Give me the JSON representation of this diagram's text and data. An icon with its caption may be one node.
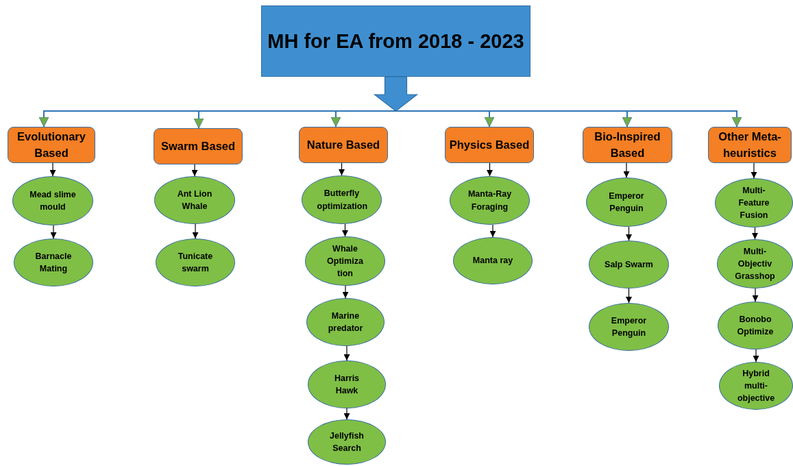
{
  "diagram": {
    "nodes": [
      {
        "text": [
          "MH for EA from 2018 - 2023"
        ]
      },
      {
        "text": [
          "Evolutionary Based"
        ]
      },
      {
        "text": [
          "Swarm Based"
        ]
      },
      {
        "text": [
          "Nature Based"
        ]
      },
      {
        "text": [
          "Physics Based"
        ]
      },
      {
        "text": [
          "Bio-Inspired Based"
        ]
      },
      {
        "text": [
          "Other Meta-heuristics"
        ]
      },
      {
        "text": [
          "Mead slime mould"
        ]
      },
      {
        "text": [
          "Barnacle Mating"
        ]
      },
      {
        "text": [
          "Ant Lion Whale"
        ]
      },
      {
        "text": [
          "Tunicate swarm"
        ]
      },
      {
        "text": [
          "Butterfly optimization"
        ]
      },
      {
        "text": [
          "Whale Optimiza tion"
        ]
      },
      {
        "text": [
          "Marine predator"
        ]
      },
      {
        "text": [
          "Harris Hawk"
        ]
      },
      {
        "text": [
          "Jellyfish Search"
        ]
      },
      {
        "text": [
          "Manta-Ray Foraging"
        ]
      },
      {
        "text": [
          "Manta ray"
        ]
      },
      {
        "text": [
          "Emperor Penguin"
        ]
      },
      {
        "text": [
          "Salp Swarm"
        ]
      },
      {
        "text": [
          "Emperor Penguin"
        ]
      },
      {
        "text": [
          "Multi-Feature Fusion"
        ]
      },
      {
        "text": [
          "Multi-Objectiv Grasshop"
        ]
      },
      {
        "text": [
          "Bonobo Optimize"
        ]
      },
      {
        "text": [
          "Hybrid multi-objective"
        ]
      }
    ],
    "edges": [
      {
        "from": 0,
        "to": 1,
        "arrow": "to",
        "color": "#2e75b6"
      },
      {
        "from": 0,
        "to": 2,
        "arrow": "to",
        "color": "#2e75b6"
      },
      {
        "from": 0,
        "to": 3,
        "arrow": "to",
        "color": "#2e75b6"
      },
      {
        "from": 0,
        "to": 4,
        "arrow": "to",
        "color": "#2e75b6"
      },
      {
        "from": 0,
        "to": 5,
        "arrow": "to",
        "color": "#2e75b6"
      },
      {
        "from": 0,
        "to": 6,
        "arrow": "to",
        "color": "#2e75b6"
      },
      {
        "from": 1,
        "to": 7,
        "arrow": "to"
      },
      {
        "from": 7,
        "to": 8,
        "arrow": "to"
      },
      {
        "from": 2,
        "to": 9,
        "arrow": "to"
      },
      {
        "from": 9,
        "to": 10,
        "arrow": "to"
      },
      {
        "from": 3,
        "to": 11,
        "arrow": "to"
      },
      {
        "from": 11,
        "to": 12,
        "arrow": "to"
      },
      {
        "from": 12,
        "to": 13,
        "arrow": "to"
      },
      {
        "from": 13,
        "to": 14,
        "arrow": "to"
      },
      {
        "from": 14,
        "to": 15,
        "arrow": "to"
      },
      {
        "from": 4,
        "to": 16,
        "arrow": "to"
      },
      {
        "from": 16,
        "to": 17,
        "arrow": "to"
      },
      {
        "from": 5,
        "to": 18,
        "arrow": "to"
      },
      {
        "from": 18,
        "to": 19,
        "arrow": "to"
      },
      {
        "from": 19,
        "to": 20,
        "arrow": "to"
      },
      {
        "from": 6,
        "to": 21,
        "arrow": "to"
      },
      {
        "from": 21,
        "to": 22,
        "arrow": "to"
      },
      {
        "from": 22,
        "to": 23,
        "arrow": "to"
      },
      {
        "from": 23,
        "to": 24,
        "arrow": "to"
      }
    ]
  }
}
